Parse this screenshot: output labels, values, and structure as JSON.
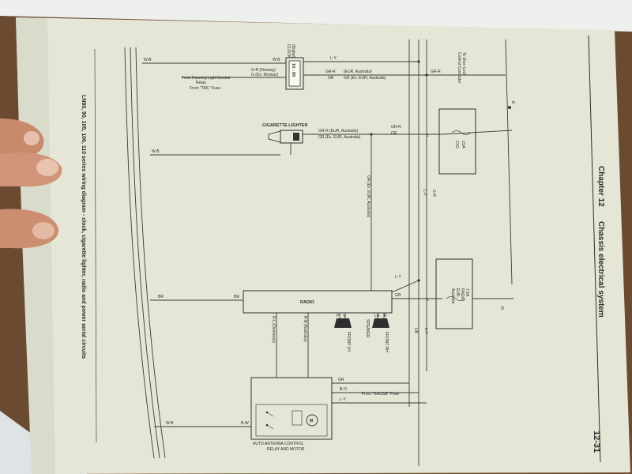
{
  "header": {
    "chapter": "Chapter 12",
    "section": "Chassis electrical system",
    "page_number": "12-31"
  },
  "caption": "LN80, 90, 105, 106, 110 series wiring diagram - clock, cigarette lighter, radio and power aerial circuits",
  "clock": {
    "label_line1": "CLOCK",
    "label_line2": "(Digital)",
    "display": "10 : 00"
  },
  "cigarette_lighter": {
    "label": "CIGARETTE LIGHTER"
  },
  "radio": {
    "label": "RADIO"
  },
  "speakers": {
    "name": "SPEAKER",
    "left": "FRONT LH",
    "right": "FRONT RH"
  },
  "antenna": {
    "label_line1": "AUTO ANTENNA CONTROL",
    "label_line2": "RELAY AND MOTOR"
  },
  "fuses": {
    "cig": {
      "line1": "15A",
      "line2": "CIG"
    },
    "radio": {
      "line1": "7.5A",
      "line2": "RADIO",
      "line3": "EUR.",
      "line4": "Australia"
    }
  },
  "annotations": {
    "from_running_light_1": "From Running Light Control",
    "from_running_light_2": "Relay",
    "from_tail_fuse": "From \"TAIL\" Fuse",
    "to_door_lock": "To Door Lock",
    "control_computer": "Control Computer",
    "from_gauge_fuse": "From \"GAUGE\" Fuse"
  },
  "wire_labels": {
    "ws": "W-B",
    "ly": "L-Y",
    "gr": "G-R",
    "grr": "GR-R",
    "grr_eur": "GR-R (EUR, Australia)",
    "gr_exeur": "GR (Ex. EUR, Australia)",
    "eur_australia": "(EUR, Australia)",
    "gr_short": "GR",
    "gr_norway": "G-R (Norway)",
    "g_exnorway": "G (Ex. Norway)",
    "gr_ex_eur_aus": "GR (Ex. EUR, Australia)",
    "br": "BR",
    "grr_wire": "GR-R",
    "ly_wire": "L-Y",
    "gr_wire": "GR",
    "p": "P",
    "v": "V",
    "lg": "LG",
    "r": "R",
    "rl_overseas": "R-L (Overseas)",
    "rb_australia": "R-B (Australia)",
    "bo": "B-O",
    "bw": "B-W",
    "ur": "UR"
  },
  "connector_marks": {
    "e": "E",
    "d": "D",
    "one": "1",
    "two": "2"
  }
}
